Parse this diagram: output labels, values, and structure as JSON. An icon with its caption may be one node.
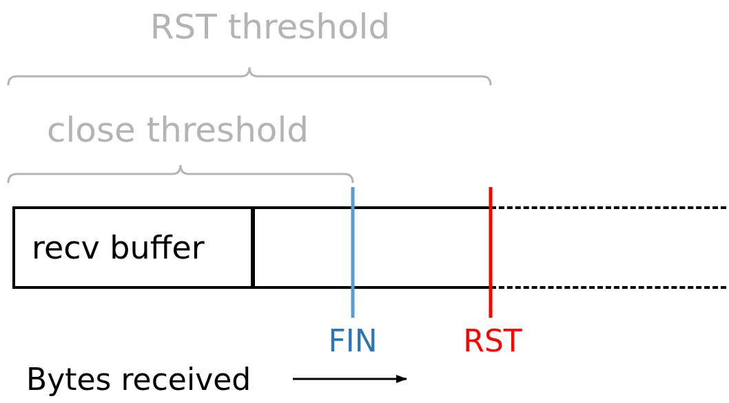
{
  "diagram": {
    "nodes": [
      {
        "text": [
          "recv buffer"
        ]
      },
      {
        "text": [],
        "shape": "box"
      },
      {
        "text": [],
        "shape": "box"
      }
    ],
    "labels": [
      "RST threshold",
      "close threshold",
      "FIN",
      "RST",
      "Bytes received"
    ]
  }
}
